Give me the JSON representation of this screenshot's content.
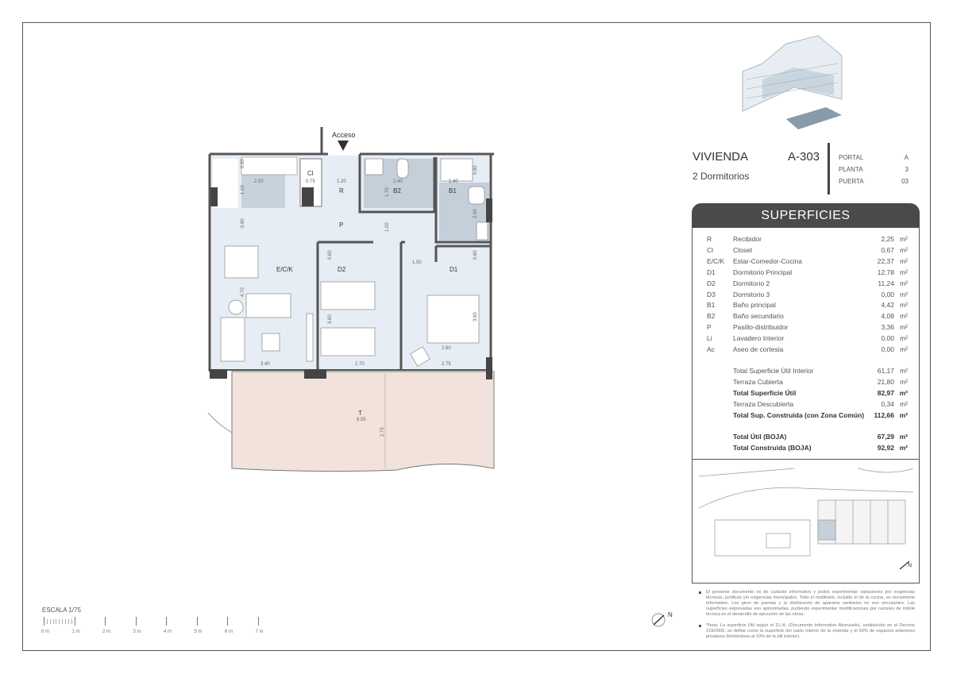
{
  "plan": {
    "access_label": "Acceso",
    "rooms": {
      "R": "R",
      "Cl": "Cl",
      "B2": "B2",
      "B1": "B1",
      "P": "P",
      "ECK": "E/C/K",
      "D2": "D2",
      "D1": "D1",
      "T": "T"
    },
    "dims": {
      "k1": "0.60",
      "k2": "2.55",
      "k3": "1.10",
      "k4": "0.80",
      "cl": "0.75",
      "r": "1.20",
      "b2w": "2.40",
      "b2h": "1.70",
      "b1w": "1.40",
      "b1a": "0.80",
      "b1h": "2.00",
      "p": "1.00",
      "d2a": "0.60",
      "d1a": "0.60",
      "pas": "1.00",
      "eck_h": "4.70",
      "eck_w": "3.40",
      "d2h": "3.60",
      "d2w": "2.70",
      "d1h": "3.60",
      "d1w1": "2.80",
      "d1w2": "2.75",
      "tw": "8.55",
      "th": "2.75"
    }
  },
  "header": {
    "title": "VIVIENDA",
    "code": "A-303",
    "subtitle": "2 Dormitorios",
    "info": [
      {
        "k": "PORTAL",
        "v": "A"
      },
      {
        "k": "PLANTA",
        "v": "3"
      },
      {
        "k": "PUERTA",
        "v": "03"
      }
    ]
  },
  "superficies": {
    "title": "SUPERFICIES",
    "unit": "m²",
    "rooms": [
      {
        "code": "R",
        "name": "Recibidor",
        "value": "2,25"
      },
      {
        "code": "Cl",
        "name": "Closet",
        "value": "0,67"
      },
      {
        "code": "E/C/K",
        "name": "Estar-Comedor-Cocina",
        "value": "22,37"
      },
      {
        "code": "D1",
        "name": "Dormitorio Principal",
        "value": "12,78"
      },
      {
        "code": "D2",
        "name": "Dormitorio 2",
        "value": "11,24"
      },
      {
        "code": "D3",
        "name": "Dormitorio 3",
        "value": "0,00"
      },
      {
        "code": "B1",
        "name": "Baño principal",
        "value": "4,42"
      },
      {
        "code": "B2",
        "name": "Baño secundario",
        "value": "4,08"
      },
      {
        "code": "P",
        "name": "Pasillo-distribuidor",
        "value": "3,36"
      },
      {
        "code": "Li",
        "name": "Lavadero Interior",
        "value": "0,00"
      },
      {
        "code": "Ac",
        "name": "Aseo de cortesia",
        "value": "0,00"
      }
    ],
    "totals": [
      {
        "name": "Total Superficie Útil Interior",
        "value": "61,17",
        "bold": false
      },
      {
        "name": "Terraza Cubierta",
        "value": "21,80",
        "bold": false
      },
      {
        "name": "Total Superficie Útil",
        "value": "82,97",
        "bold": true
      },
      {
        "name": "Terraza Descubierta",
        "value": "0,34",
        "bold": false
      },
      {
        "name": "Total Sup. Construida (con Zona Común)",
        "value": "112,66",
        "bold": true
      }
    ],
    "boja": [
      {
        "name": "Total Útil (BOJA)",
        "value": "67,29"
      },
      {
        "name": "Total Construida (BOJA)",
        "value": "92,92"
      }
    ]
  },
  "notes": [
    "El presente documento es de carácter informativo y podrá experimentar variaciones por exigencias técnicas, jurídicas y/o exigencias municipales. Todo el mobiliario, incluido el de la cocina, es meramente informativo. Los giros de puertas y la distribución de aparatos sanitarios no son vinculantes. Las superficies expresadas son aproximadas, pudiendo experimentar modificaciones por razones de índole técnica en el desarrollo de ejecución de las obras.",
    "*Nota: La superficie Útil según el D.I.A. (Documento Informativo Abreviado), establecido en el Decreto 218/2005, se define como la superficie del suelo interior de la vivienda y el 50% de espacios exteriores privativos (limitándose al 10% de la útil interior)."
  ],
  "scale": {
    "title": "ESCALA 1/75",
    "labels": [
      "0 m",
      "1 m",
      "2 m",
      "3 m",
      "4 m",
      "5 m",
      "6 m",
      "7 m"
    ]
  },
  "north": "N",
  "colors": {
    "floor": "#e3ebf3",
    "wet": "#c5cfd9",
    "terrace": "#f1e3dc",
    "wall": "#555555",
    "panel": "#4a4a4a"
  }
}
